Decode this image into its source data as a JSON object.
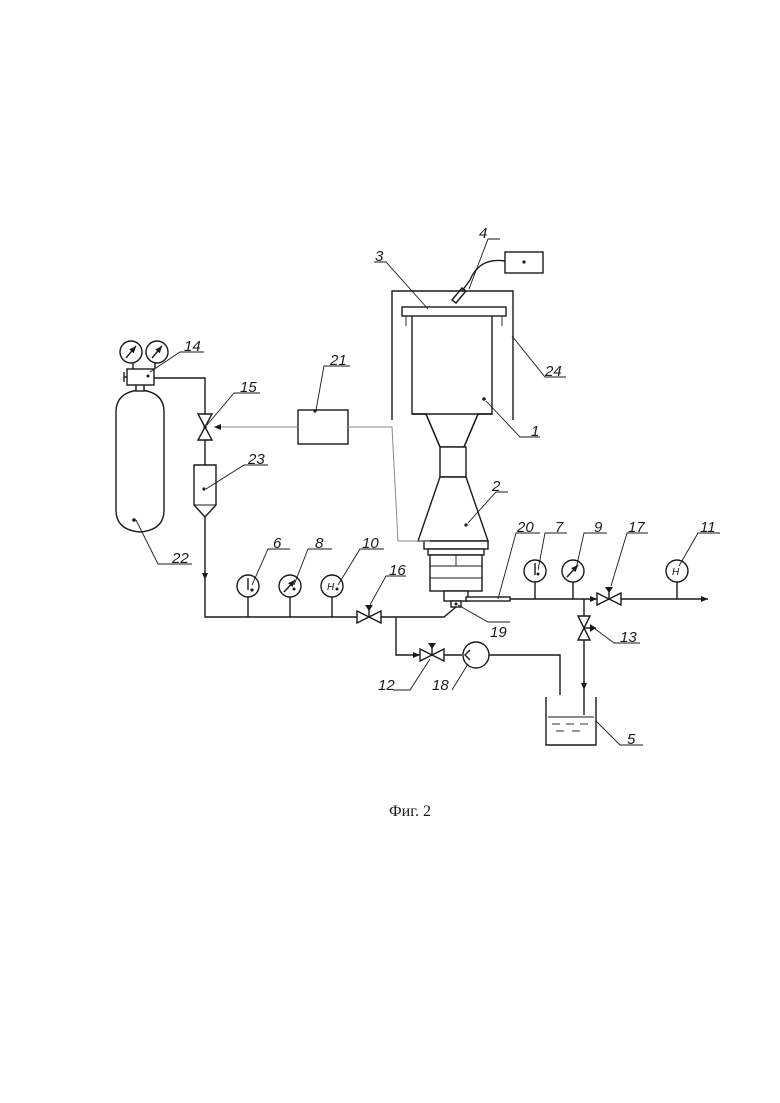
{
  "figure": {
    "caption": "Фиг. 2",
    "labels": {
      "l1": "1",
      "l2": "2",
      "l3": "3",
      "l4": "4",
      "l5": "5",
      "l6": "6",
      "l7": "7",
      "l8": "8",
      "l9": "9",
      "l10": "10",
      "l11": "11",
      "l12": "12",
      "l13": "13",
      "l14": "14",
      "l15": "15",
      "l16": "16",
      "l17": "17",
      "l18": "18",
      "l19": "19",
      "l20": "20",
      "l21": "21",
      "l22": "22",
      "l23": "23",
      "l24": "24"
    },
    "gauge_text": {
      "g10": "H",
      "g11": "H"
    }
  }
}
